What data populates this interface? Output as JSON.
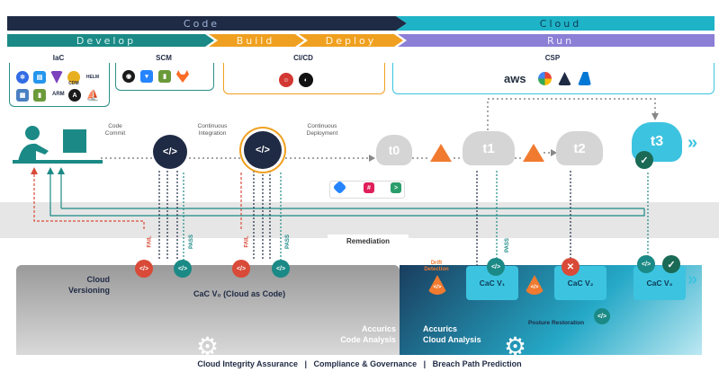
{
  "top_bands": {
    "code": "Code",
    "cloud": "Cloud",
    "develop": "Develop",
    "build": "Build",
    "deploy": "Deploy",
    "run": "Run"
  },
  "groups": {
    "iac": "IaC",
    "scm": "SCM",
    "cicd": "CI/CD",
    "csp": "CSP"
  },
  "iac_icons": [
    "kubernetes",
    "docker",
    "terraform",
    "cdm",
    "helm",
    "cloudformation",
    "arm",
    "ansible",
    "pulumi"
  ],
  "iac_text": {
    "cdm": "CDM",
    "helm": "HELM",
    "arm": "ARM"
  },
  "scm_icons": [
    "github",
    "bitbucket",
    "aws-codecommit",
    "gitlab"
  ],
  "cicd_icons": [
    "jenkins",
    "circleci"
  ],
  "csp": {
    "aws": "aws"
  },
  "steps": {
    "code_commit": "Code\nCommit",
    "continuous_integration": "Continuous\nIntegration",
    "continuous_deployment": "Continuous\nDeployment"
  },
  "cloud_states": [
    "t0",
    "t1",
    "t2",
    "t3"
  ],
  "remediation": "Remediation",
  "fail": "FAIL",
  "pass": "PASS",
  "cloud_versioning": "Cloud\nVersioning",
  "cac_v0": "CaC V₀ (Cloud as Code)",
  "drift_detection": "Drift\nDetection",
  "cac_v1": "CaC V₁",
  "cac_v2": "CaC V₂",
  "cac_v3": "CaC V₃",
  "posture_restoration": "Posture Restoration",
  "code_analysis": "Accurics\nCode Analysis",
  "cloud_analysis": "Accurics\nCloud Analysis",
  "footer": "Cloud Integrity Assurance   |   Compliance & Governance   |   Breach Path Prediction",
  "colors": {
    "navy": "#1f2a44",
    "teal": "#1b9c9a",
    "orange": "#f0a020",
    "purple": "#8b7fd6",
    "red": "#d94a38",
    "green": "#2a9d6a",
    "cyan": "#3cc3e0"
  }
}
